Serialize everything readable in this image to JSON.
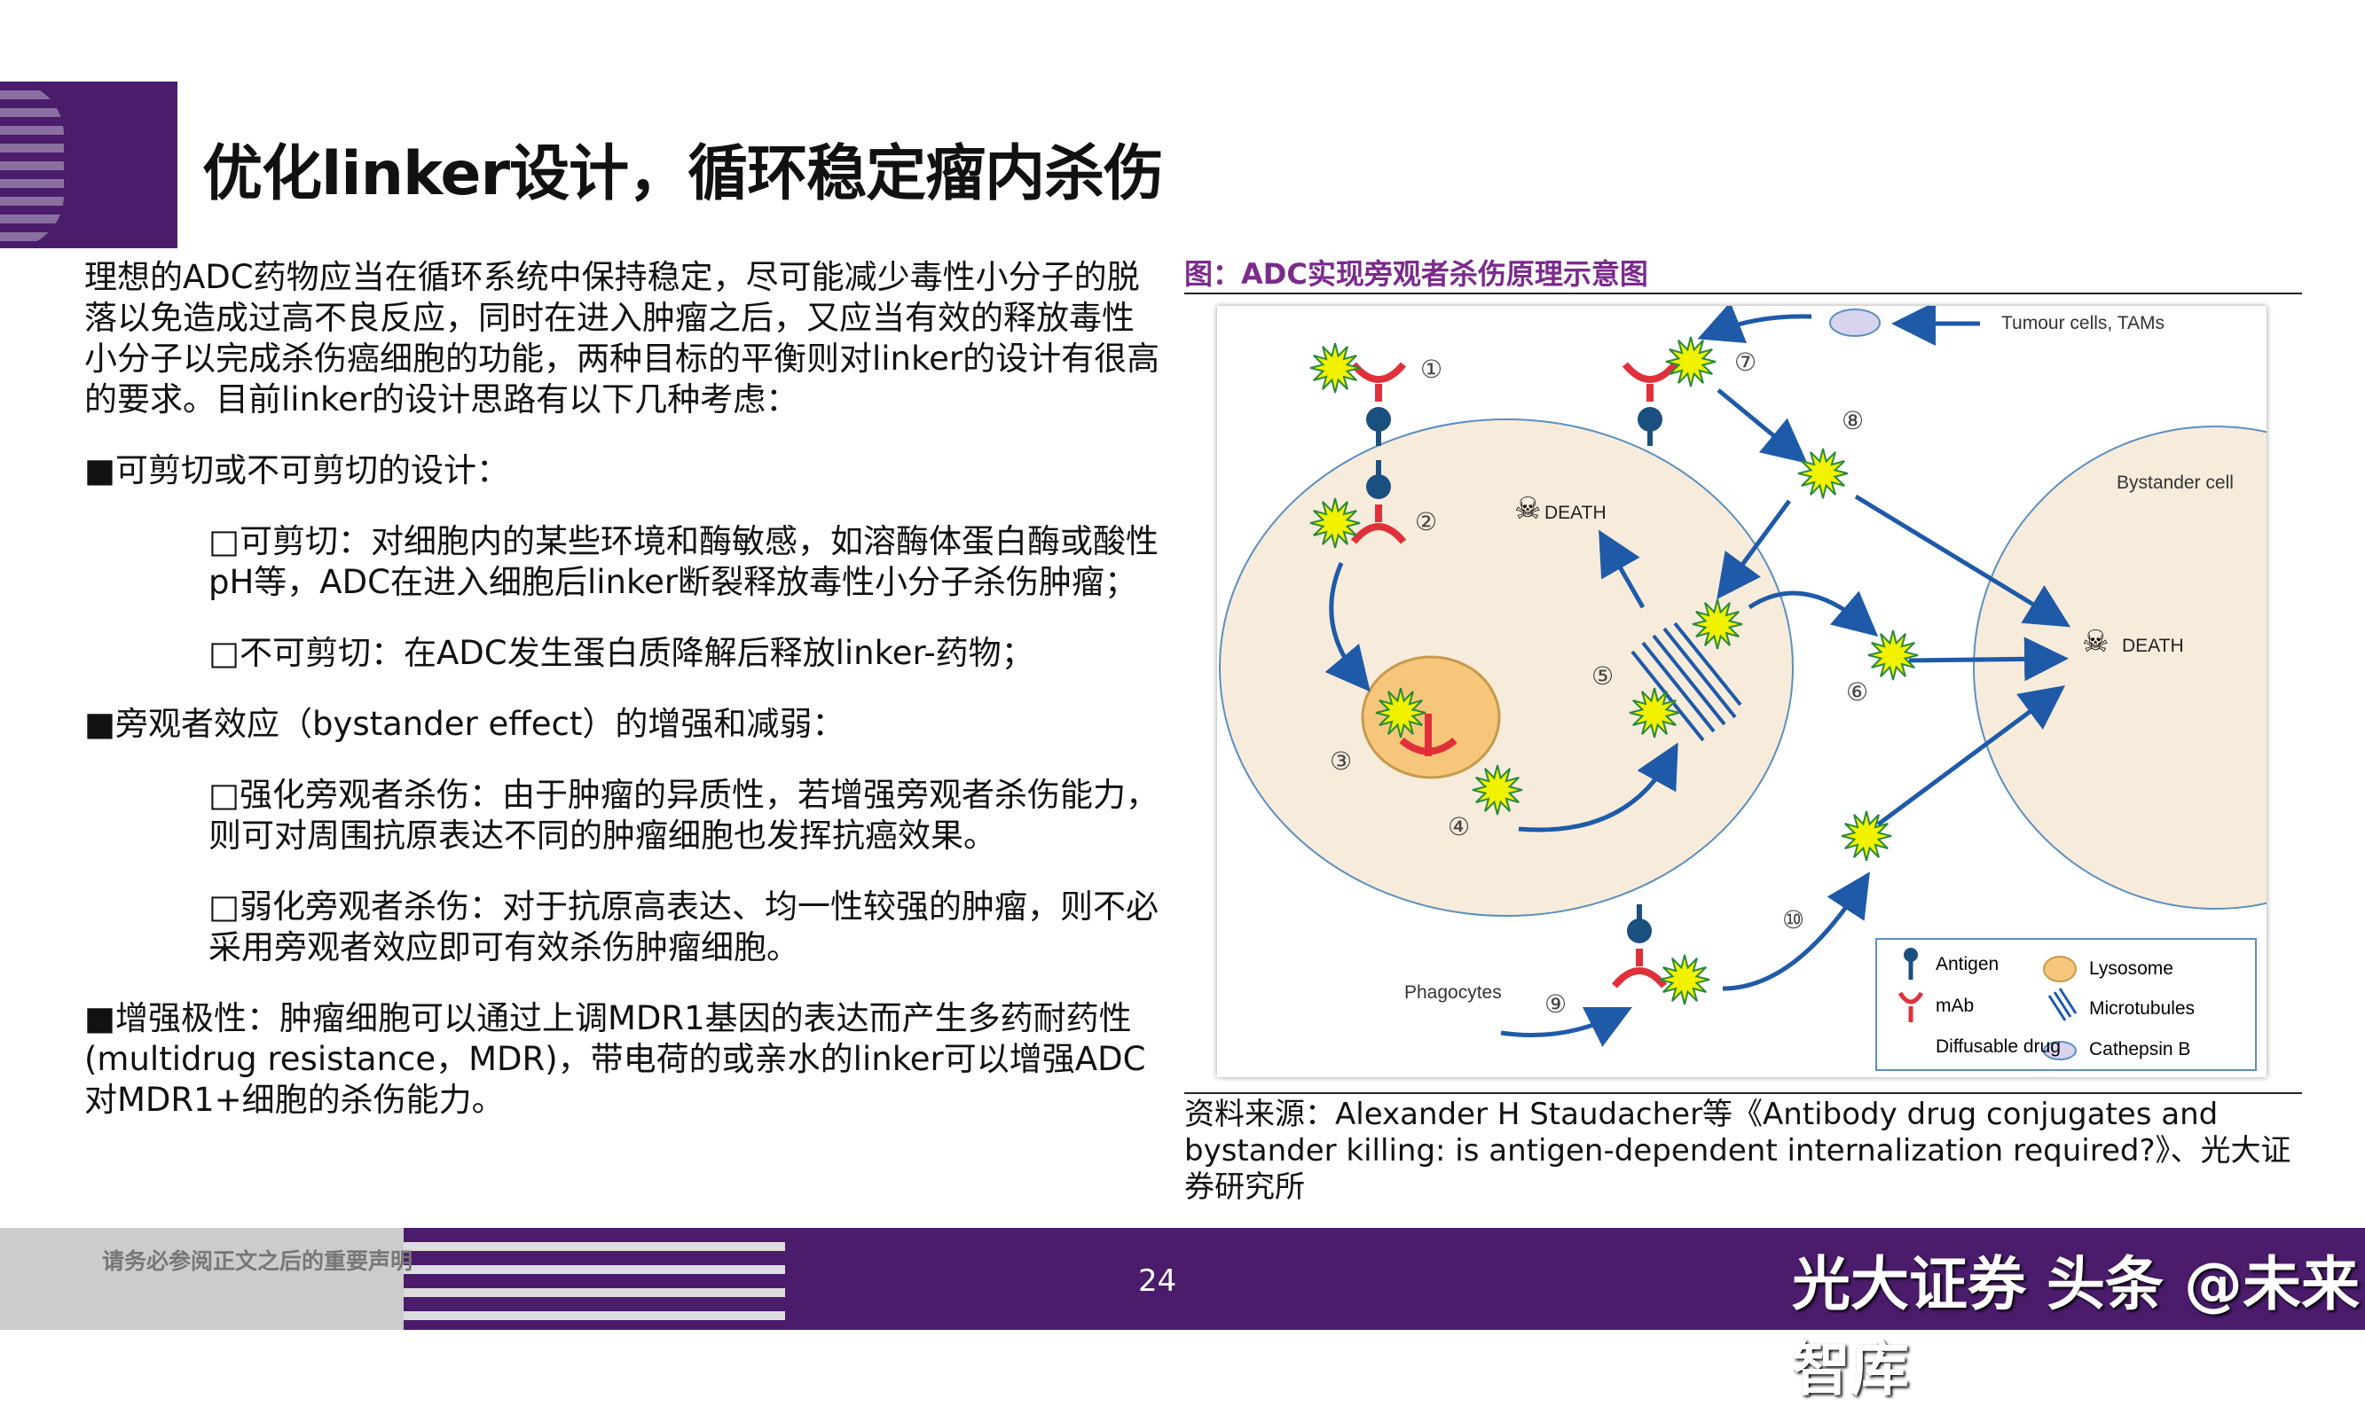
{
  "title": "优化linker设计，循环稳定瘤内杀伤",
  "body": {
    "intro": "理想的ADC药物应当在循环系统中保持稳定，尽可能减少毒性小分子的脱落以免造成过高不良反应，同时在进入肿瘤之后，又应当有效的释放毒性小分子以完成杀伤癌细胞的功能，两种目标的平衡则对linker的设计有很高的要求。目前linker的设计思路有以下几种考虑：",
    "h1": "■可剪切或不可剪切的设计：",
    "s1a": "□可剪切：对细胞内的某些环境和酶敏感，如溶酶体蛋白酶或酸性pH等，ADC在进入细胞后linker断裂释放毒性小分子杀伤肿瘤；",
    "s1b": "□不可剪切：在ADC发生蛋白质降解后释放linker-药物；",
    "h2": "■旁观者效应（bystander effect）的增强和减弱：",
    "s2a": "□强化旁观者杀伤：由于肿瘤的异质性，若增强旁观者杀伤能力，则可对周围抗原表达不同的肿瘤细胞也发挥抗癌效果。",
    "s2b": "□弱化旁观者杀伤：对于抗原高表达、均一性较强的肿瘤，则不必采用旁观者效应即可有效杀伤肿瘤细胞。",
    "h3": "■增强极性：肿瘤细胞可以通过上调MDR1基因的表达而产生多药耐药性(multidrug resistance，MDR)，带电荷的或亲水的linker可以增强ADC对MDR1+细胞的杀伤能力。"
  },
  "figure": {
    "caption": "图：ADC实现旁观者杀伤原理示意图",
    "tumour_label": "Tumour cells, TAMs",
    "bystander_label": "Bystander cell",
    "death": "DEATH",
    "phagocytes": "Phagocytes",
    "steps": [
      "①",
      "②",
      "③",
      "④",
      "⑤",
      "⑥",
      "⑦",
      "⑧",
      "⑨",
      "⑩"
    ],
    "legend": {
      "antigen": "Antigen",
      "mab": "mAb",
      "drug": "Diffusable drug",
      "lysosome": "Lysosome",
      "microtubules": "Microtubules",
      "cathepsin": "Cathepsin B"
    },
    "colors": {
      "antigen": "#1b4f80",
      "mab": "#e0303a",
      "drug": "#f2f200",
      "cell": "#f7ecdc",
      "arrow": "#1e5aa8"
    }
  },
  "source": "资料来源：Alexander H Staudacher等《Antibody drug conjugates and bystander killing: is antigen-dependent internalization required?》、光大证券研究所",
  "footer": {
    "disclaimer": "请务必参阅正文之后的重要声明",
    "page": "24",
    "watermark": "光大证券 头条 @未来智库"
  }
}
